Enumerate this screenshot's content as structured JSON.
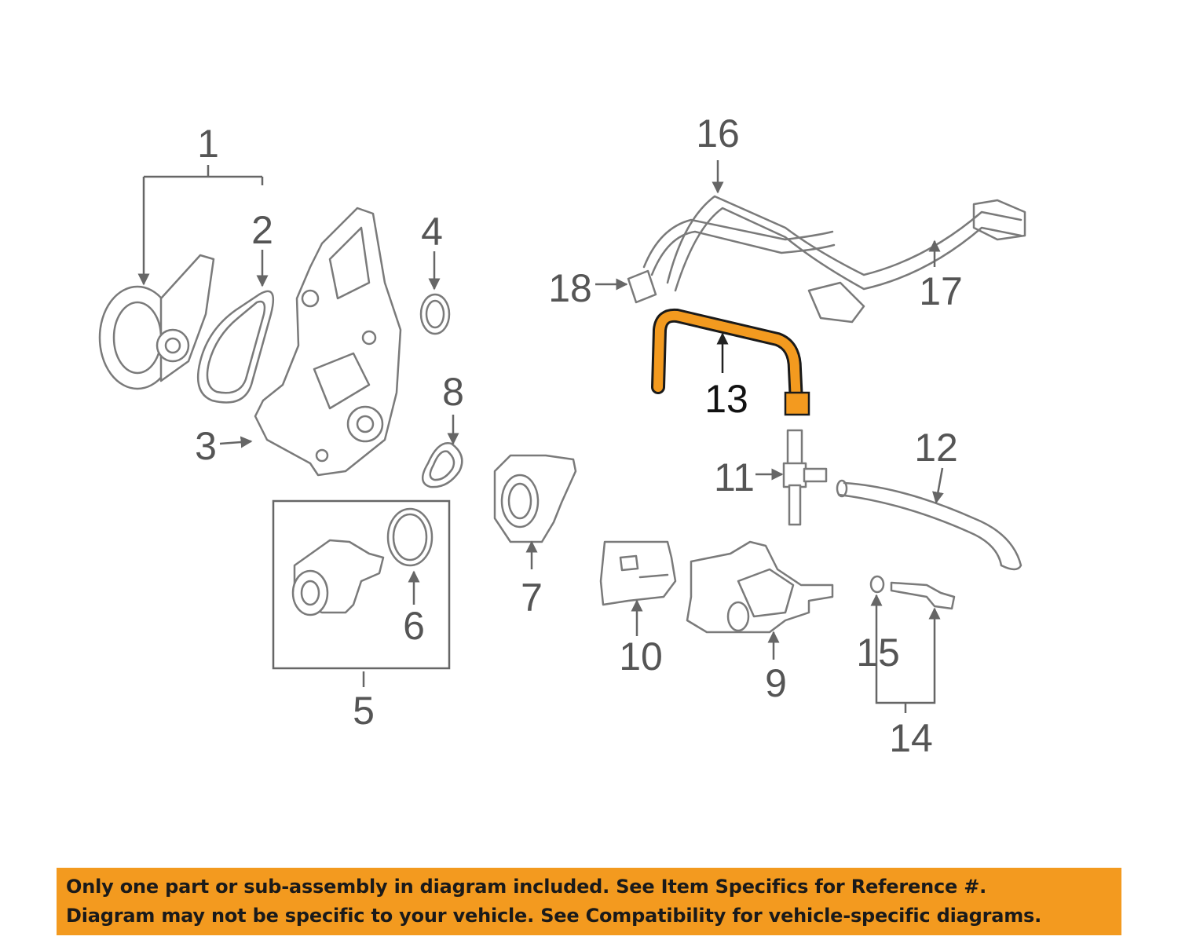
{
  "diagram": {
    "callouts": [
      "1",
      "2",
      "3",
      "4",
      "5",
      "6",
      "7",
      "8",
      "9",
      "10",
      "11",
      "12",
      "13",
      "14",
      "15",
      "16",
      "17",
      "18"
    ],
    "highlighted_part": "13",
    "highlight_color": "#f39a1f"
  },
  "banner": {
    "line1": "Only one part or sub-assembly in diagram included. See Item Specifics for Reference #.",
    "line2": "Diagram may not be specific to your vehicle. See Compatibility for vehicle-specific diagrams.",
    "background": "#f39a1f"
  }
}
